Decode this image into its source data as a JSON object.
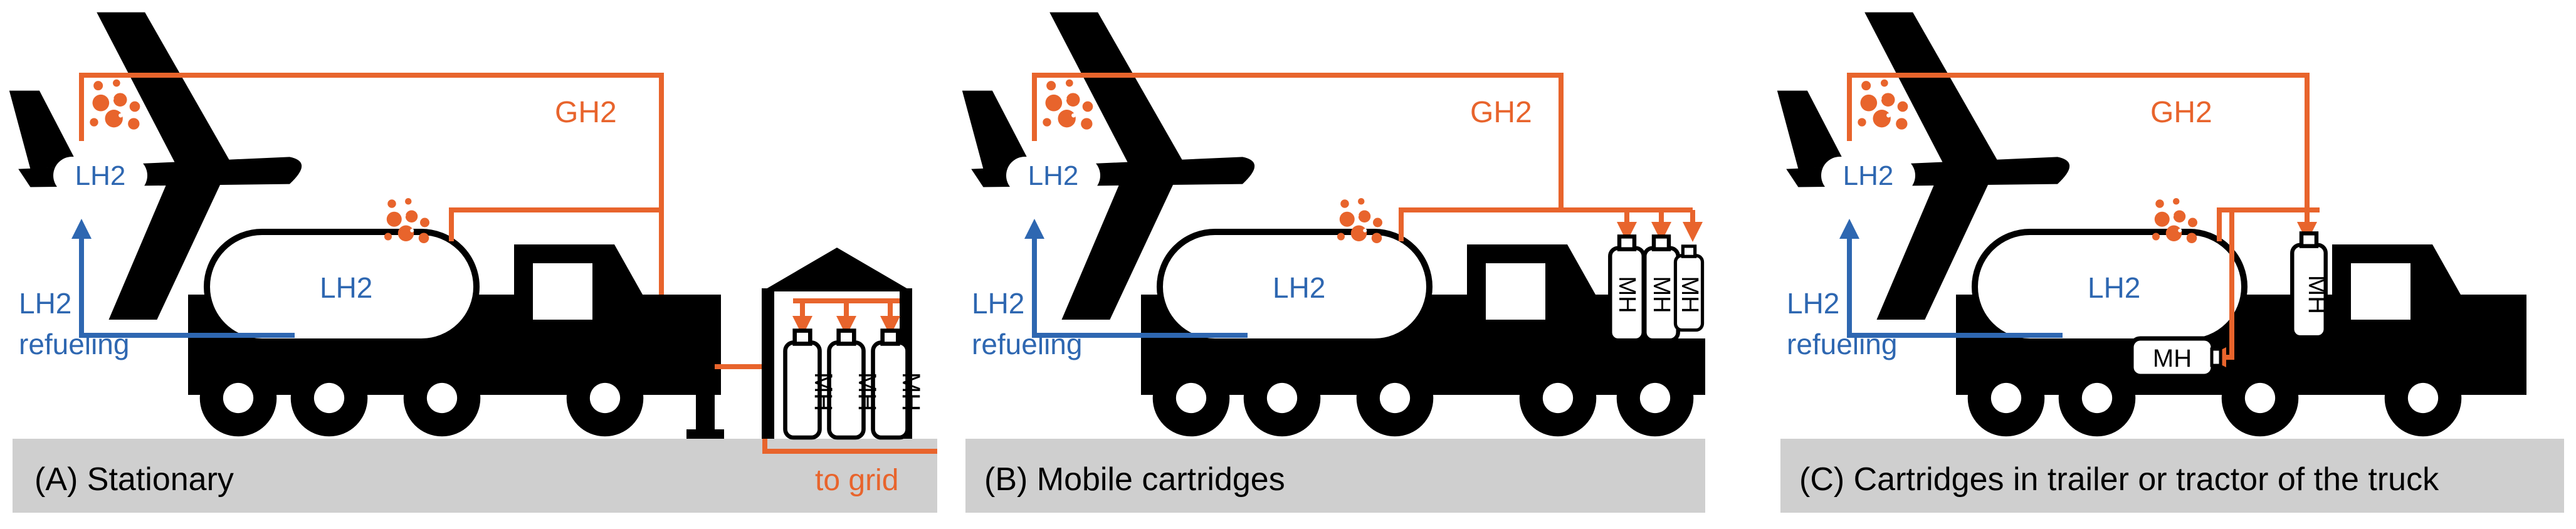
{
  "colors": {
    "hydrogen_gas": "#E8642C",
    "liquid_hydrogen": "#2E67B1",
    "silhouette": "#000000",
    "ground": "#CFCFCF"
  },
  "panels": [
    {
      "caption": "(A) Stationary",
      "labels": {
        "gh2": "GH2",
        "lh2_aircraft": "LH2",
        "lh2_tank": "LH2",
        "refueling_line1": "LH2",
        "refueling_line2": "refueling",
        "to_grid": "to grid"
      },
      "cartridges": [
        "MH",
        "MH",
        "MH"
      ]
    },
    {
      "caption": "(B) Mobile cartridges",
      "labels": {
        "gh2": "GH2",
        "lh2_aircraft": "LH2",
        "lh2_tank": "LH2",
        "refueling_line1": "LH2",
        "refueling_line2": "refueling"
      },
      "cartridges": [
        "MH",
        "MH",
        "MH"
      ]
    },
    {
      "caption": "(C) Cartridges in trailer or tractor of the truck",
      "labels": {
        "gh2": "GH2",
        "lh2_aircraft": "LH2",
        "lh2_tank": "LH2",
        "refueling_line1": "LH2",
        "refueling_line2": "refueling"
      },
      "cartridges": [
        "MH",
        "MH"
      ]
    }
  ]
}
